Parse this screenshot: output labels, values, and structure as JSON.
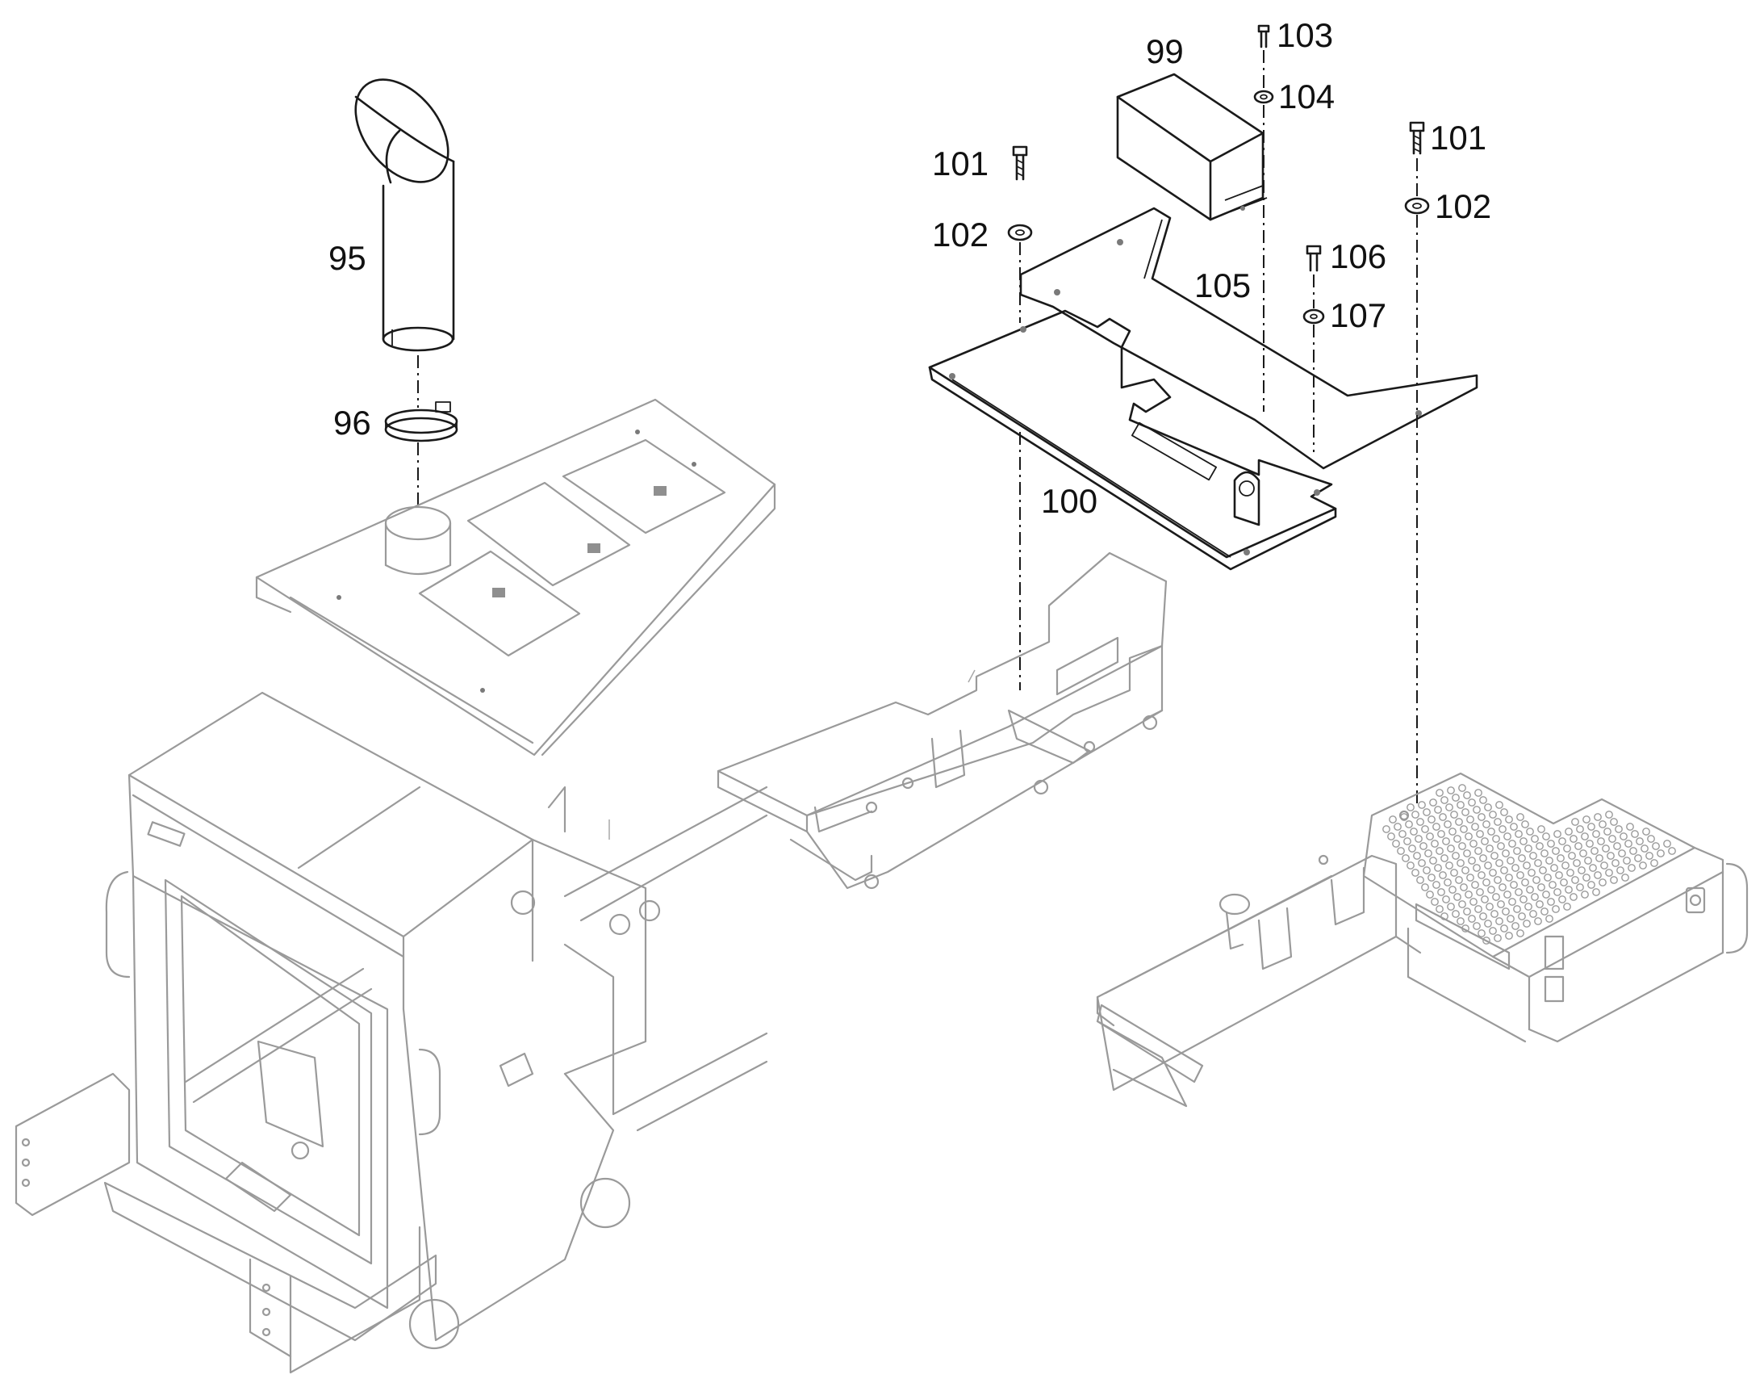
{
  "callouts": {
    "c95": "95",
    "c96": "96",
    "c99": "99",
    "c100": "100",
    "c101a": "101",
    "c101b": "101",
    "c102a": "102",
    "c102b": "102",
    "c103": "103",
    "c104": "104",
    "c105": "105",
    "c106": "106",
    "c107": "107"
  },
  "colors": {
    "ink": "#1a1a1a",
    "ghost": "#9a9a9a",
    "background": "#ffffff"
  }
}
